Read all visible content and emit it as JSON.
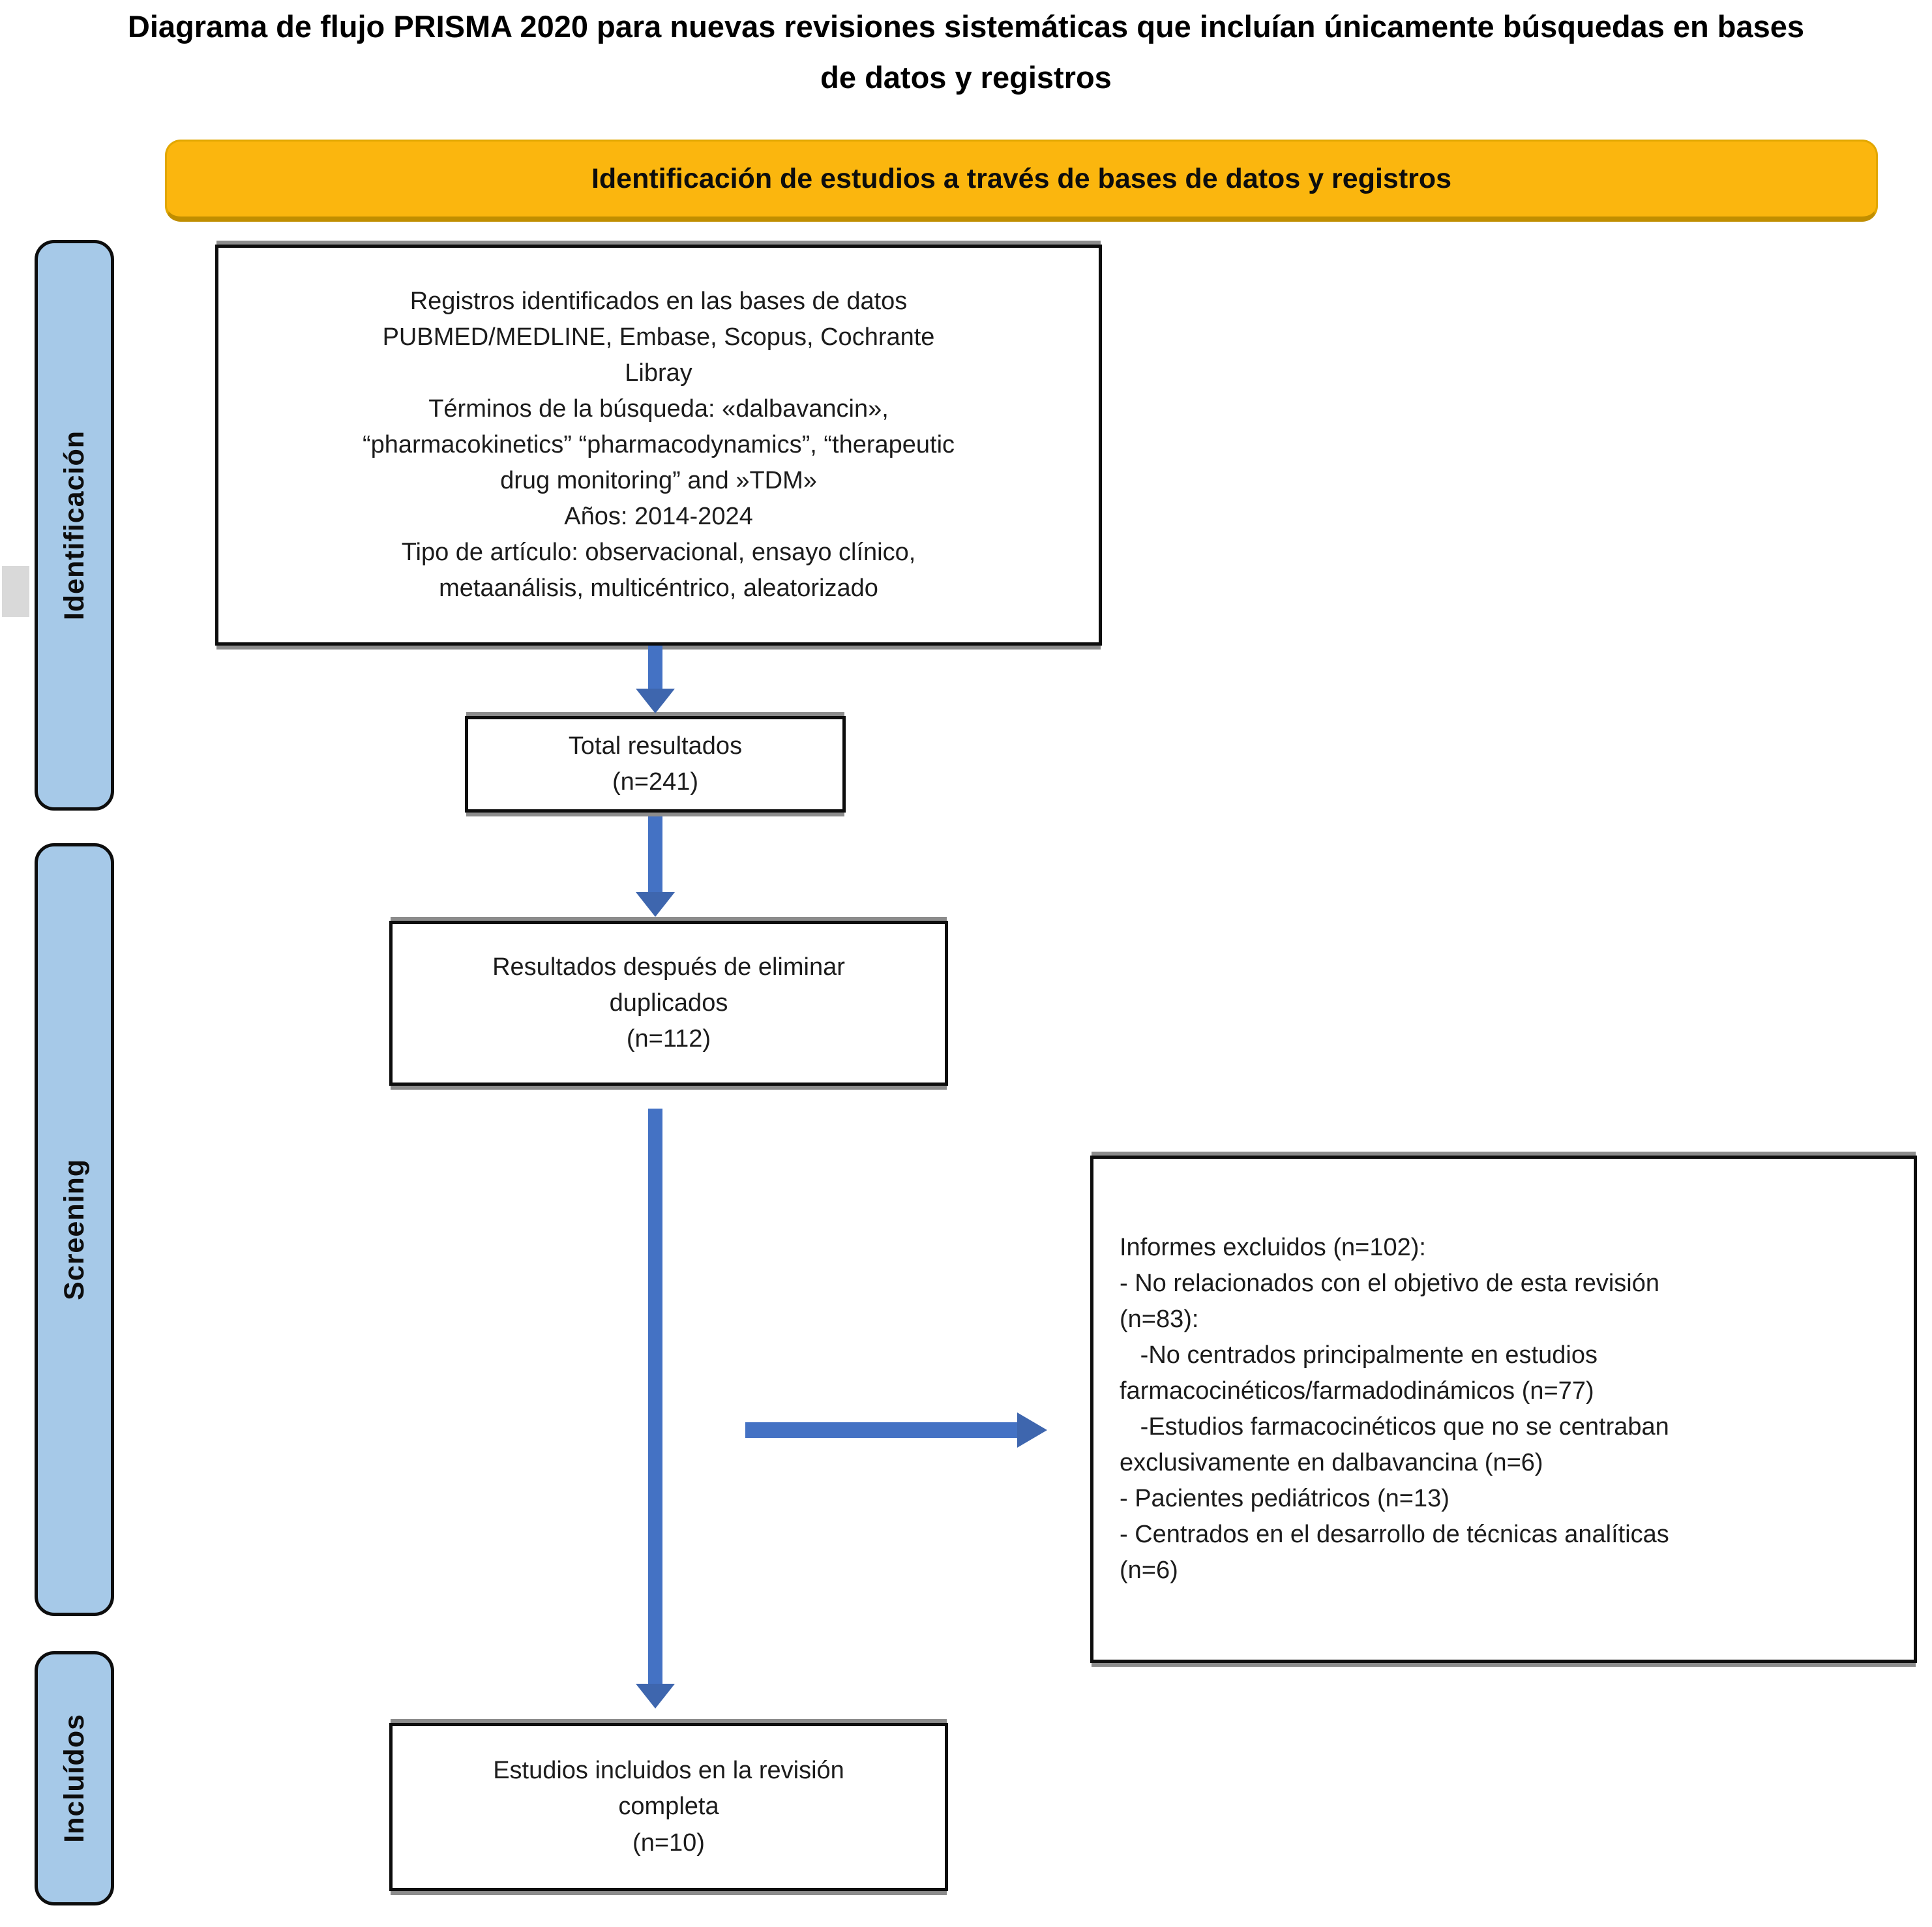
{
  "title": "Diagrama de flujo PRISMA 2020 para nuevas revisiones sistemáticas que incluían únicamente búsquedas en bases\nde datos y registros",
  "banner": {
    "label": "Identificación de estudios a través de bases de datos y registros"
  },
  "sidebar": {
    "items": [
      {
        "label": "Identificación"
      },
      {
        "label": "Screening"
      },
      {
        "label": "Incluídos"
      }
    ]
  },
  "boxes": {
    "identification_sources": "Registros identificados en las bases de datos\nPUBMED/MEDLINE, Embase, Scopus, Cochrante\nLibray\nTérminos de la búsqueda: «dalbavancin»,\n“pharmacokinetics” “pharmacodynamics”, “therapeutic\ndrug monitoring” and »TDM»\nAños: 2014-2024\nTipo de artículo: observacional, ensayo clínico,\nmetaanálisis, multicéntrico, aleatorizado",
    "total_results": "Total resultados\n(n=241)",
    "after_duplicates": "Resultados después de eliminar\nduplicados\n(n=112)",
    "excluded": "Informes excluidos (n=102):\n- No relacionados con el objetivo de esta revisión\n(n=83):\n   -No centrados principalmente en estudios\nfarmacocinéticos/farmadodinámicos (n=77)\n   -Estudios farmacocinéticos que no se centraban\nexclusivamente en dalbavancina (n=6)\n- Pacientes pediátricos (n=13)\n- Centrados en el desarrollo de técnicas analíticas\n(n=6)",
    "included": "Estudios incluidos en la revisión\ncompleta\n(n=10)"
  },
  "colors": {
    "arrow": "#4472C4",
    "arrow_head": "#3E66AE",
    "banner_bg": "#FBB60E",
    "banner_border": "#C08E00",
    "sidebar_bg": "#A6C9E8",
    "box_border": "#0d0d0d",
    "gray_chip": "#D9D9D9"
  }
}
